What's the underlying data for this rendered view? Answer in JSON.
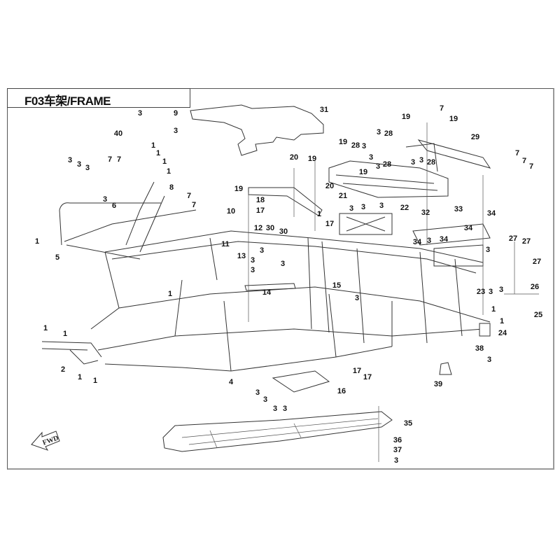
{
  "title": "F03车架/FRAME",
  "fwd_label": "FWD",
  "callouts": [
    "31",
    "9",
    "3",
    "3",
    "40",
    "1",
    "1",
    "1",
    "1",
    "3",
    "3",
    "3",
    "7",
    "7",
    "8",
    "7",
    "7",
    "3",
    "6",
    "1",
    "5",
    "19",
    "7",
    "19",
    "29",
    "3",
    "28",
    "19",
    "28",
    "3",
    "3",
    "3",
    "19",
    "28",
    "3",
    "3",
    "28",
    "7",
    "7",
    "7",
    "20",
    "19",
    "19",
    "20",
    "18",
    "17",
    "30",
    "30",
    "10",
    "12",
    "11",
    "13",
    "1",
    "17",
    "21",
    "22",
    "3",
    "3",
    "3",
    "32",
    "33",
    "34",
    "34",
    "34",
    "3",
    "34",
    "3",
    "27",
    "27",
    "27",
    "26",
    "23",
    "3",
    "3",
    "25",
    "1",
    "1",
    "24",
    "38",
    "3",
    "39",
    "17",
    "17",
    "16",
    "15",
    "14",
    "3",
    "3",
    "3",
    "3",
    "3",
    "1",
    "1",
    "1",
    "2",
    "1",
    "1",
    "4",
    "3",
    "3",
    "3",
    "3",
    "35",
    "36",
    "37",
    "3"
  ]
}
